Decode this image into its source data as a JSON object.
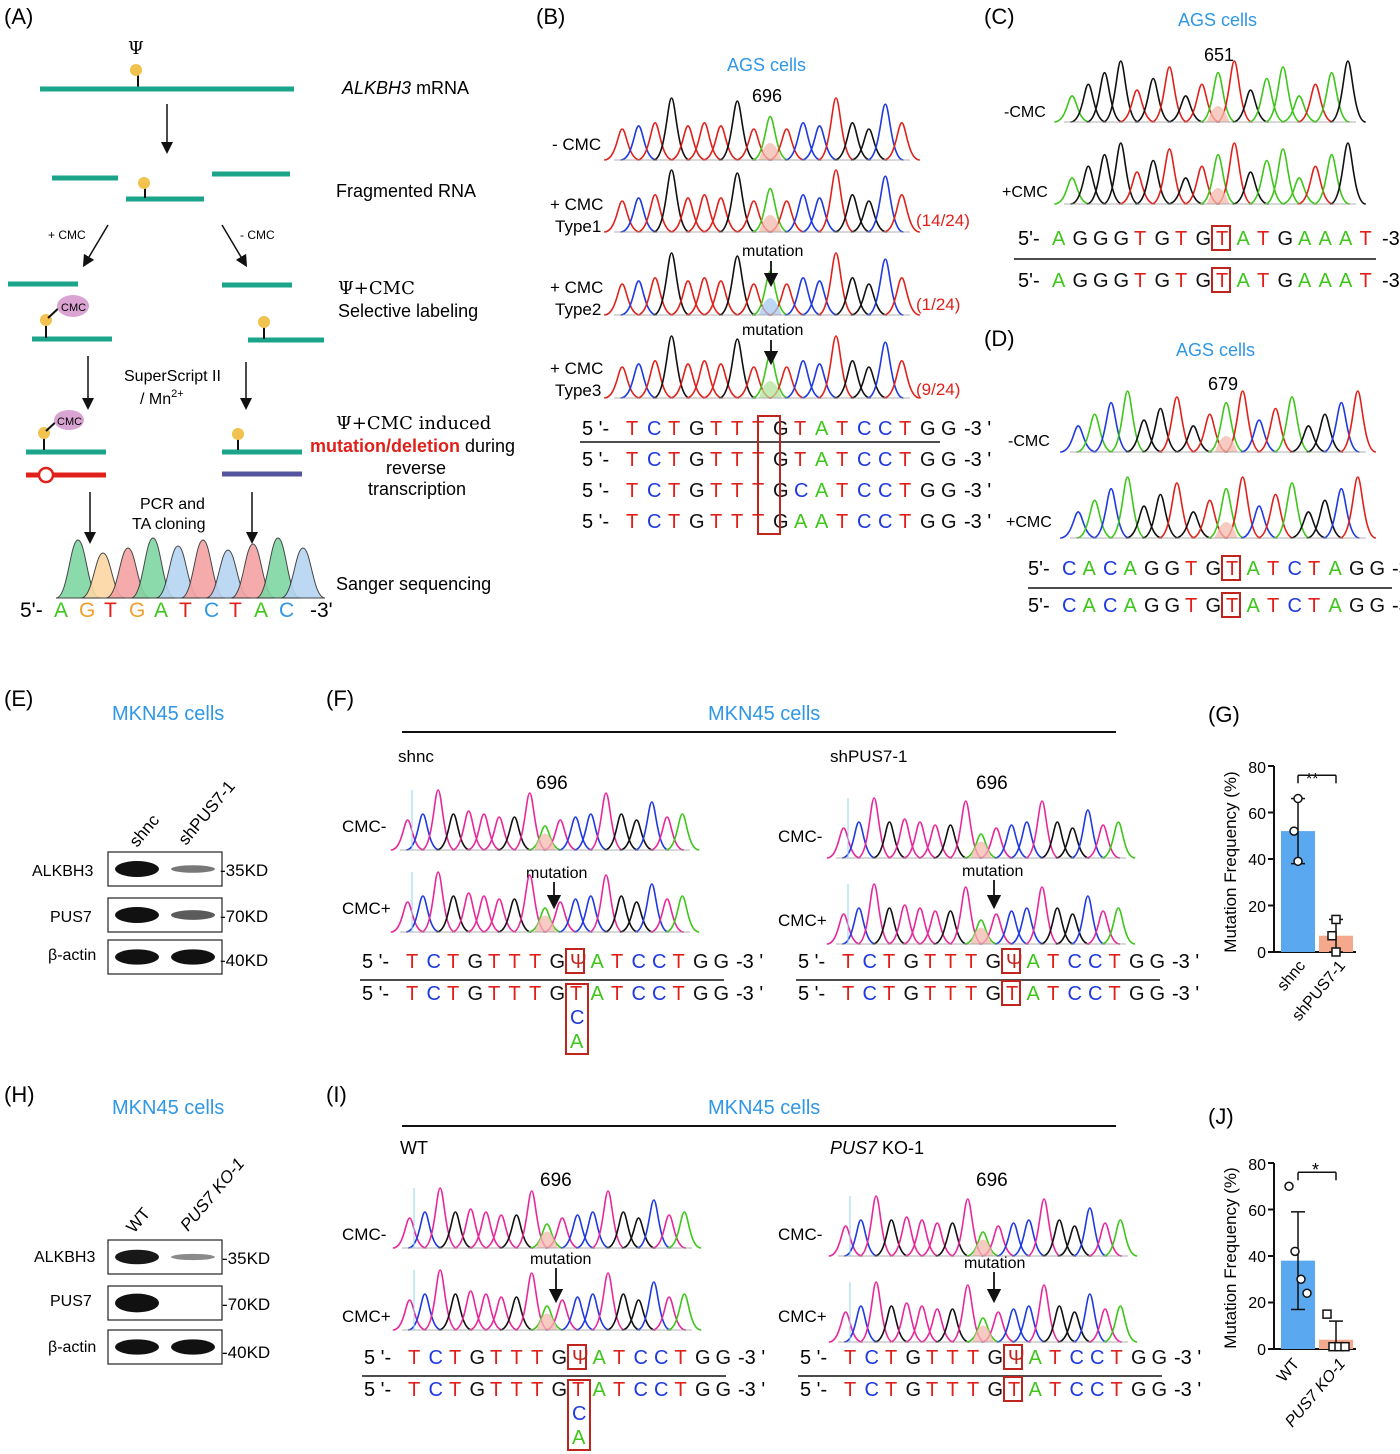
{
  "panels": [
    "(A)",
    "(B)",
    "(C)",
    "(D)",
    "(E)",
    "(F)",
    "(G)",
    "(H)",
    "(I)",
    "(J)"
  ],
  "colors": {
    "blue": "#2f97e6",
    "red": "#e0211b",
    "teal": "#1aa58a",
    "A": "#3ec61b",
    "C": "#1f3ae0",
    "G": "#111111",
    "T": "#e0211b",
    "box": "#c0251d"
  },
  "A": {
    "psi": "Ψ",
    "steps": [
      "ALKBH3",
      "mRNA",
      "Fragmented RNA",
      "Ψ+CMC",
      "Selective labeling",
      "Ψ+CMC  induced",
      "mutation/deletion",
      "during",
      "reverse",
      "transcription",
      "Sanger sequencing"
    ],
    "plus_cmc": "+ CMC",
    "minus_cmc": "- CMC",
    "cmc": "CMC",
    "rt1": "SuperScript II",
    "rt2": "/ Mn",
    "rt_sup": "2+",
    "pcr1": "PCR and",
    "pcr2": "TA cloning",
    "seq_prefix": "5'-",
    "seq": "AGTGATCTAC",
    "seq_suffix": "-3'"
  },
  "B": {
    "title": "AGS cells",
    "pos": "696",
    "rows": [
      {
        "l1": "- CMC",
        "l2": "",
        "frac": ""
      },
      {
        "l1": "+ CMC",
        "l2": "Type1",
        "frac": "(14/24)"
      },
      {
        "l1": "+ CMC",
        "l2": "Type2",
        "frac": "(1/24)"
      },
      {
        "l1": "+ CMC",
        "l2": "Type3",
        "frac": "(9/24)"
      }
    ],
    "mutation": "mutation",
    "seqs": [
      "TCTGTTTGTATCCTGG",
      "TCTGTTTGTATCCTGG",
      "TCTGTTTGCATCCTGG",
      "TCTGTTTGAATCCTGG"
    ],
    "prefix": "5 '-",
    "suffix": "-3 '"
  },
  "C": {
    "title": "AGS cells",
    "pos": "651",
    "minus": "-CMC",
    "plus": "+CMC",
    "seq": "AGGGTGTGTATGAAAT",
    "prefix": "5'-",
    "suffix": "-3'"
  },
  "D": {
    "title": "AGS cells",
    "pos": "679",
    "minus": "-CMC",
    "plus": "+CMC",
    "seq": "CACAGGTGTATCTAGG",
    "prefix": "5'-",
    "suffix": "-3'"
  },
  "E": {
    "title": "MKN45 cells",
    "lanes": [
      "shnc",
      "shPUS7-1"
    ],
    "bands": [
      "ALKBH3",
      "PUS7",
      "β-actin"
    ],
    "sizes": [
      "-35KD",
      "-70KD",
      "-40KD"
    ]
  },
  "F": {
    "title": "MKN45 cells",
    "left": "shnc",
    "right": "shPUS7-1",
    "pos": "696",
    "minus": "CMC-",
    "plus": "CMC+",
    "mutation": "mutation",
    "seq1": "TCTGTTTGΨATCCTGG",
    "seq2": "TCTGTTTGTATCCTGG",
    "prefix": "5 '-",
    "suffix": "-3 '",
    "extra": [
      "C",
      "A"
    ]
  },
  "G": {
    "ylabel": "Mutation Frequency (%)",
    "yticks": [
      "0",
      "20",
      "40",
      "60",
      "80"
    ],
    "sig": "**",
    "cats": [
      "shnc",
      "shPUS7-1"
    ]
  },
  "H": {
    "title": "MKN45 cells",
    "lanes": [
      "WT",
      "PUS7 KO-1"
    ],
    "bands": [
      "ALKBH3",
      "PUS7",
      "β-actin"
    ],
    "sizes": [
      "-35KD",
      "-70KD",
      "-40KD"
    ]
  },
  "I": {
    "title": "MKN45 cells",
    "left": "WT",
    "right_it": "PUS7",
    "right_rest": " KO-1",
    "pos": "696",
    "minus": "CMC-",
    "plus": "CMC+",
    "mutation": "mutation",
    "seq1": "TCTGTTTGΨATCCTGG",
    "seq2": "TCTGTTTGTATCCTGG",
    "prefix": "5 '-",
    "suffix": "-3 '",
    "extra": [
      "C",
      "A"
    ]
  },
  "J": {
    "ylabel": "Mutation Frequency (%)",
    "yticks": [
      "0",
      "20",
      "40",
      "60",
      "80"
    ],
    "sig": "*",
    "cats": [
      "WT",
      "PUS7 KO-1"
    ]
  },
  "chart_data": [
    {
      "type": "bar",
      "categories": [
        "shnc",
        "shPUS7-1"
      ],
      "values": [
        52,
        7
      ],
      "errors": [
        14,
        7
      ],
      "points": [
        [
          66,
          52,
          39
        ],
        [
          14,
          7,
          0
        ]
      ],
      "ylabel": "Mutation Frequency (%)",
      "ylim": [
        0,
        80
      ],
      "significance": "**",
      "colors": [
        "#5aa8f0",
        "#f5a98c"
      ]
    },
    {
      "type": "bar",
      "categories": [
        "WT",
        "PUS7 KO-1"
      ],
      "values": [
        38,
        4
      ],
      "errors": [
        21,
        8
      ],
      "points": [
        [
          70,
          42,
          30,
          24
        ],
        [
          15,
          1,
          1,
          1
        ]
      ],
      "ylabel": "Mutation Frequency (%)",
      "ylim": [
        0,
        80
      ],
      "significance": "*",
      "colors": [
        "#5aa8f0",
        "#f5a98c"
      ]
    }
  ]
}
